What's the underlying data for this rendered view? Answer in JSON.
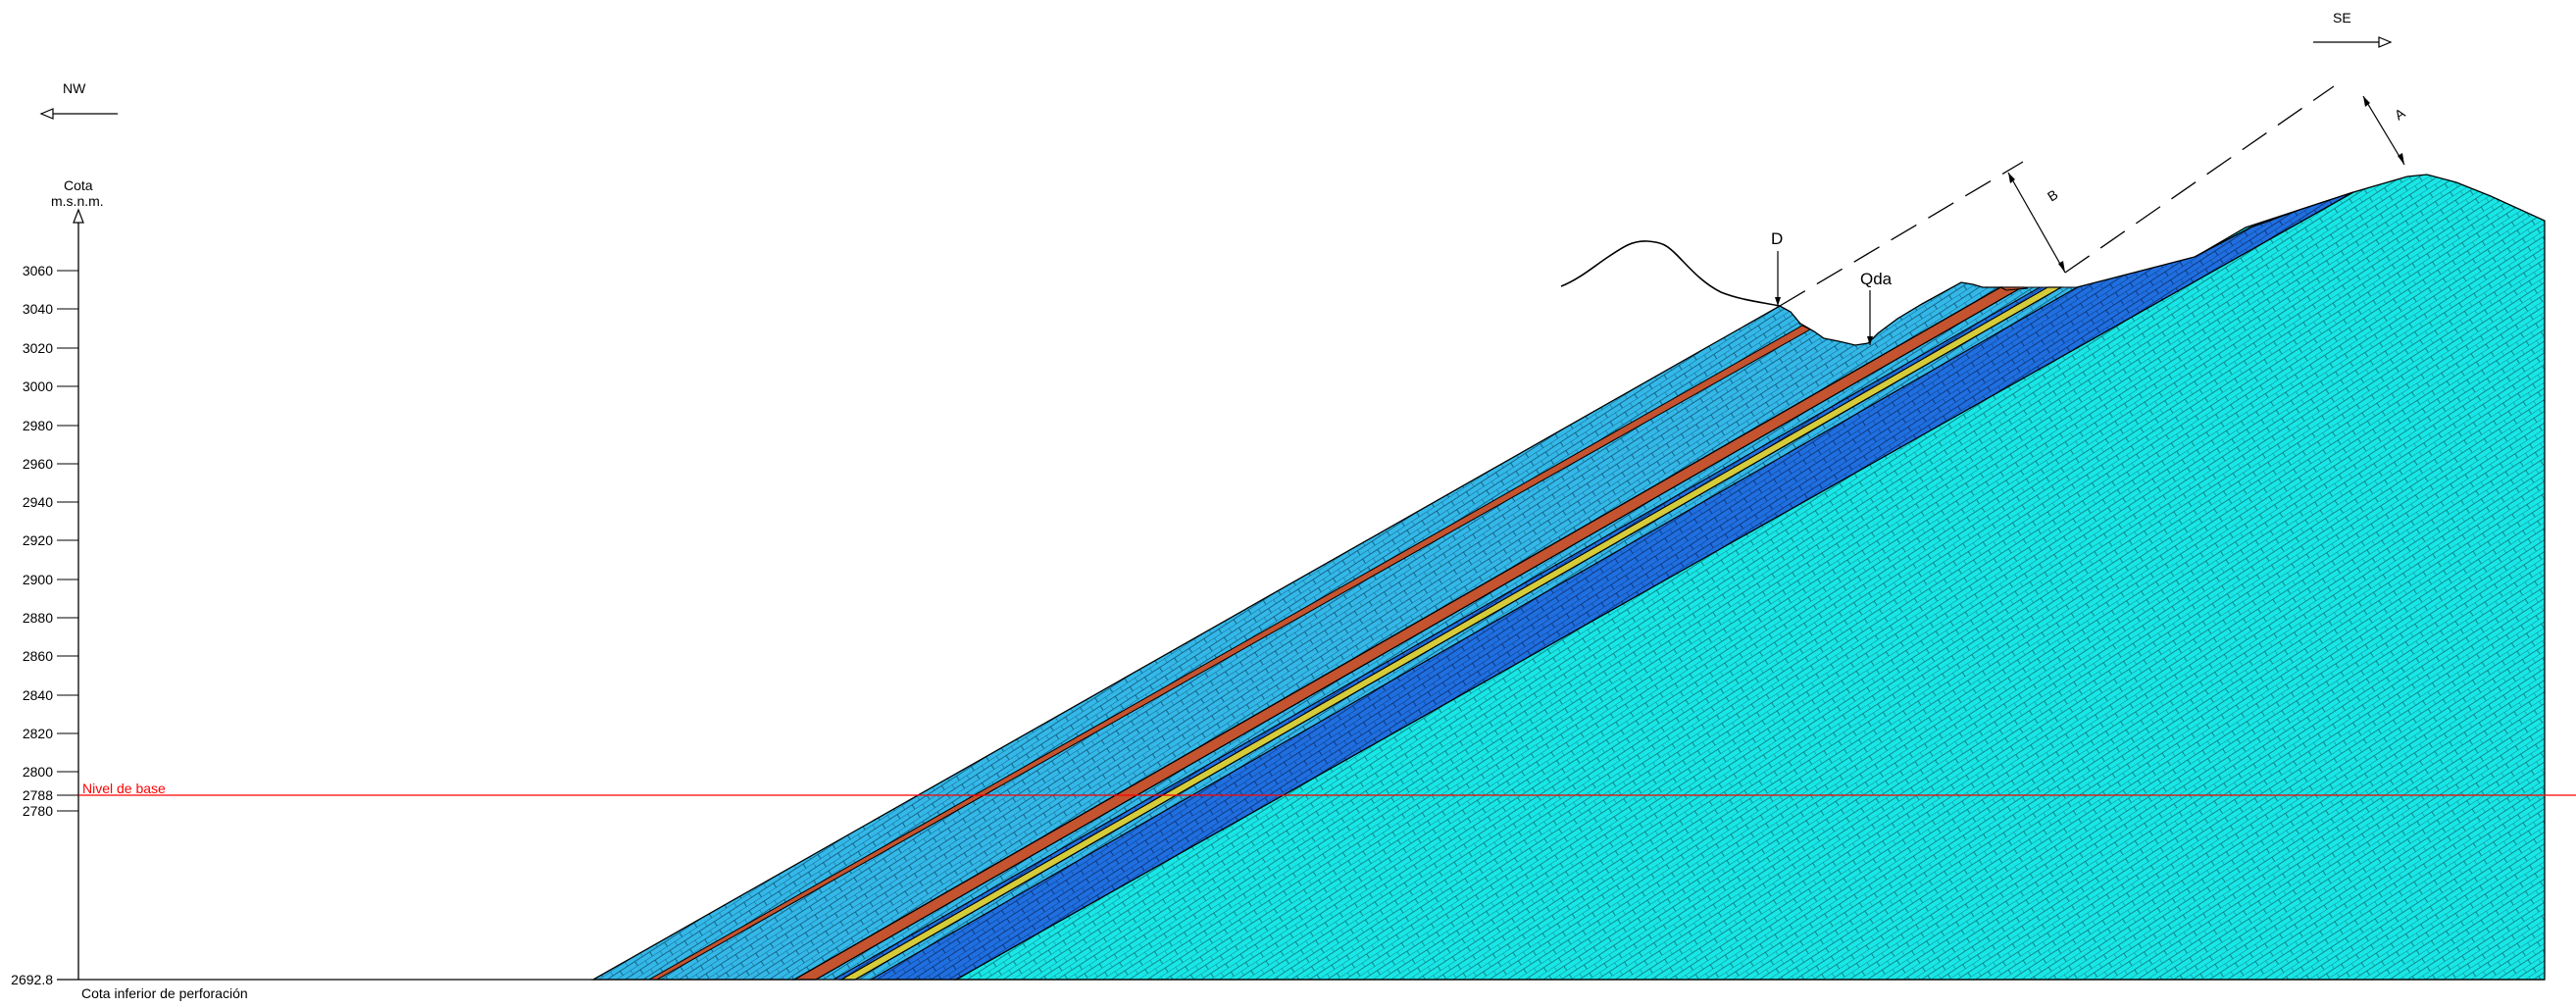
{
  "compass": {
    "left_label": "NW",
    "right_label": "SE"
  },
  "axis": {
    "title_line1": "Cota",
    "title_line2": "m.s.n.m.",
    "ticks": [
      "3060",
      "3040",
      "3020",
      "3000",
      "2980",
      "2960",
      "2940",
      "2920",
      "2900",
      "2880",
      "2860",
      "2840",
      "2820",
      "2800",
      "2788",
      "2780",
      "2692.8"
    ],
    "bottom_caption": "Cota inferior de perforación"
  },
  "base_level": {
    "label": "Nivel de base",
    "elevation": "2788",
    "color": "#ff0000"
  },
  "annotations": {
    "D": "D",
    "Qda": "Qda",
    "A": "A",
    "B": "B"
  },
  "colors": {
    "limestone_light": "#33b8e8",
    "limestone_dark": "#1f6fe0",
    "limestone_cyan": "#19e6e6",
    "shale_red": "#c4532f",
    "sandstone_yellow": "#d6cc3a",
    "base_line": "#ff0000"
  }
}
